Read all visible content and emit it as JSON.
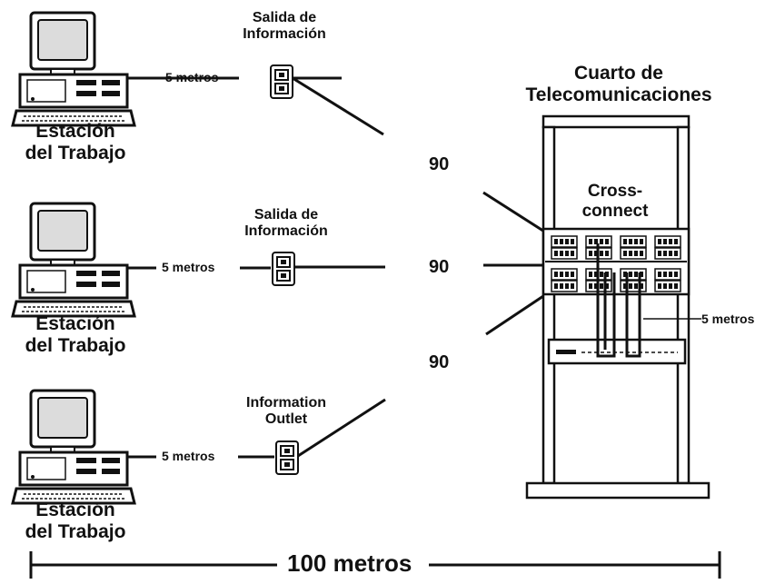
{
  "workstations": [
    {
      "label_line1": "Estación",
      "label_line2": "del Trabajo",
      "cable_label": "5 metros",
      "outlet_label_line1": "Salida de",
      "outlet_label_line2": "Información",
      "run_label": "90"
    },
    {
      "label_line1": "Estación",
      "label_line2": "del Trabajo",
      "cable_label": "5 metros",
      "outlet_label_line1": "Salida de",
      "outlet_label_line2": "Información",
      "run_label": "90"
    },
    {
      "label_line1": "Estación",
      "label_line2": "del Trabajo",
      "cable_label": "5 metros",
      "outlet_label_line1": "Information",
      "outlet_label_line2": "Outlet",
      "run_label": "90"
    }
  ],
  "telecom_room": {
    "title_line1": "Cuarto de",
    "title_line2": "Telecomunicaciones",
    "crossconnect_line1": "Cross-",
    "crossconnect_line2": "connect",
    "patch_label": "5 metros"
  },
  "total": {
    "label": "100 metros"
  },
  "colors": {
    "ink": "#111111",
    "screen": "#dcdcdc",
    "paper": "#ffffff"
  }
}
